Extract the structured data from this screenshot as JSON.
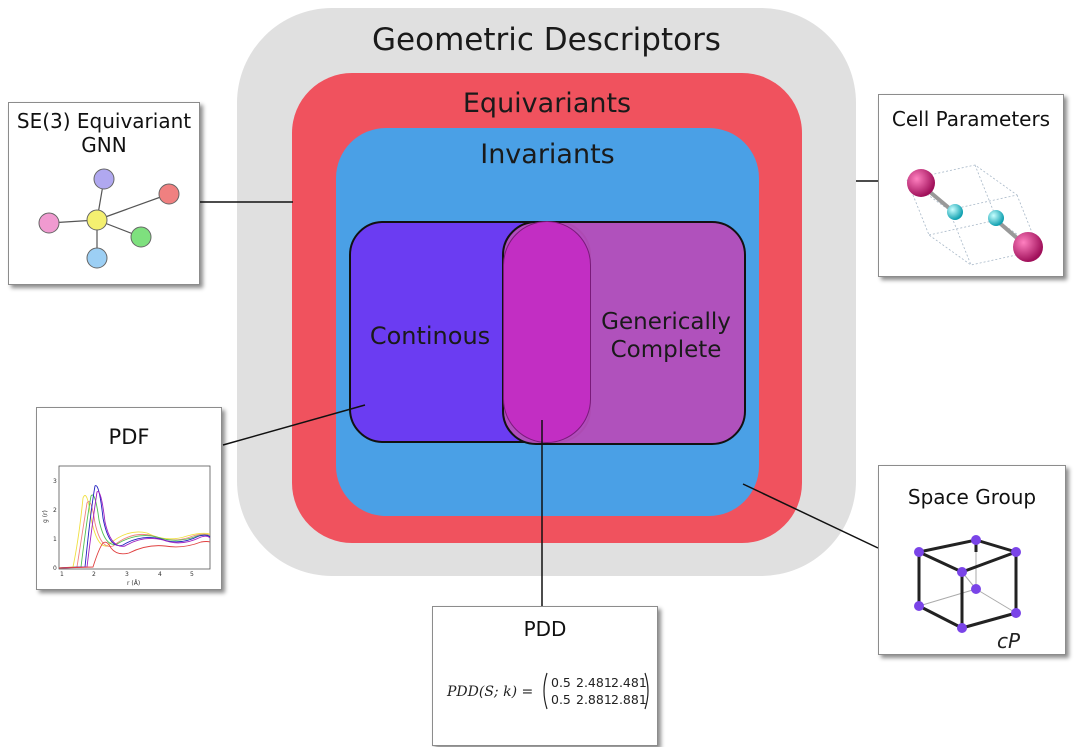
{
  "diagram": {
    "outer_label": "Geometric Descriptors",
    "equivariants_label": "Equivariants",
    "invariants_label": "Invariants",
    "continuous_label": "Continous",
    "generically_complete_line1": "Generically",
    "generically_complete_line2": "Complete"
  },
  "cards": {
    "se3": {
      "title_line1": "SE(3) Equivariant",
      "title_line2": "GNN"
    },
    "cell": {
      "title": "Cell Parameters"
    },
    "pdf": {
      "title": "PDF",
      "y_label": "g (r)",
      "x_label": "r (Å)",
      "x_ticks": [
        "1",
        "2",
        "3",
        "4",
        "5"
      ],
      "y_ticks": [
        "0",
        "1",
        "2",
        "3"
      ]
    },
    "space_group": {
      "title": "Space Group",
      "lattice_label": "cP"
    },
    "pdd": {
      "title": "PDD",
      "formula_lhs": "PDD(S; k) =",
      "matrix_row1": [
        "0.5",
        "2.481",
        "2.481"
      ],
      "matrix_row2": [
        "0.5",
        "2.881",
        "2.881"
      ]
    }
  },
  "colors": {
    "geometric": "#e0e0e0",
    "equivariants": "#f0525e",
    "invariants": "#4aa0e6",
    "continuous": "#6b3cf2",
    "generic": "#b04db8",
    "overlap": "#c22ec3"
  },
  "icons": {
    "se3": "graph-network-icon",
    "cell": "molecule-cell-icon",
    "pdf": "pdf-plot-icon",
    "space_group": "cubic-lattice-icon"
  }
}
